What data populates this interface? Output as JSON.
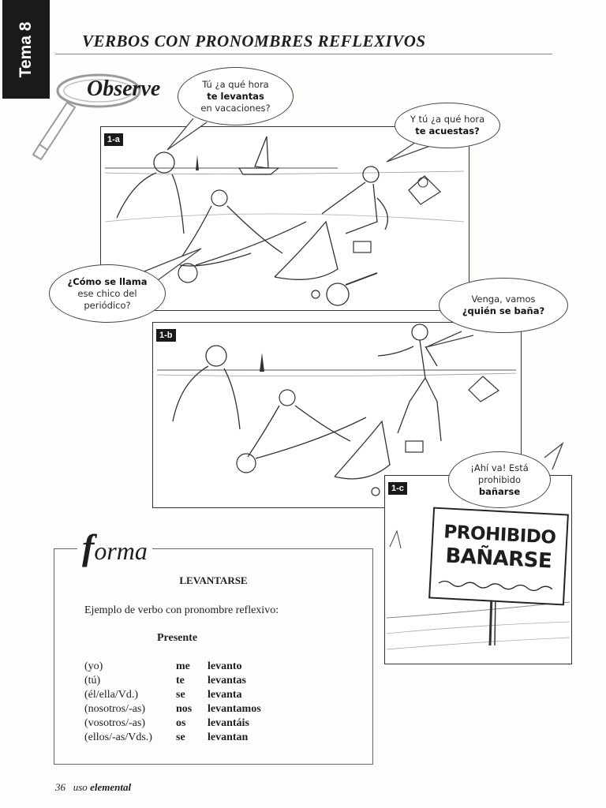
{
  "tab_label": "Tema 8",
  "title": "VERBOS CON PRONOMBRES REFLEXIVOS",
  "observe_label": "Observe",
  "panels": [
    {
      "label": "1-a"
    },
    {
      "label": "1-b"
    },
    {
      "label": "1-c"
    }
  ],
  "bubbles": {
    "b1": {
      "line1": "Tú ¿a qué hora",
      "line2": "te levantas",
      "line3": "en vacaciones?"
    },
    "b2": {
      "line1": "Y tú ¿a qué hora",
      "line2": "te acuestas?"
    },
    "b3": {
      "line1": "¿Cómo se llama",
      "line2": "ese chico del",
      "line3": "periódico?"
    },
    "b4": {
      "line1": "Venga, vamos",
      "line2": "¿quién se baña?"
    },
    "b5": {
      "line1": "¡Ahí va! Está",
      "line2": "prohibido",
      "line3": "bañarse"
    }
  },
  "sign": {
    "line1": "PROHIBIDO",
    "line2": "BAÑARSE"
  },
  "forma": {
    "title_initial": "f",
    "title_rest": "orma",
    "verb": "LEVANTARSE",
    "example": "Ejemplo de verbo con pronombre reflexivo:",
    "tense": "Presente",
    "rows": [
      {
        "person": "(yo)",
        "pronoun": "me",
        "form": "levanto"
      },
      {
        "person": "(tú)",
        "pronoun": "te",
        "form": "levantas"
      },
      {
        "person": "(él/ella/Vd.)",
        "pronoun": "se",
        "form": "levanta"
      },
      {
        "person": "(nosotros/-as)",
        "pronoun": "nos",
        "form": "levantamos"
      },
      {
        "person": "(vosotros/-as)",
        "pronoun": "os",
        "form": "levantáis"
      },
      {
        "person": "(ellos/-as/Vds.)",
        "pronoun": "se",
        "form": "levantan"
      }
    ]
  },
  "footer": {
    "page": "36",
    "book_prefix": "uso",
    "book_name": "elemental"
  }
}
